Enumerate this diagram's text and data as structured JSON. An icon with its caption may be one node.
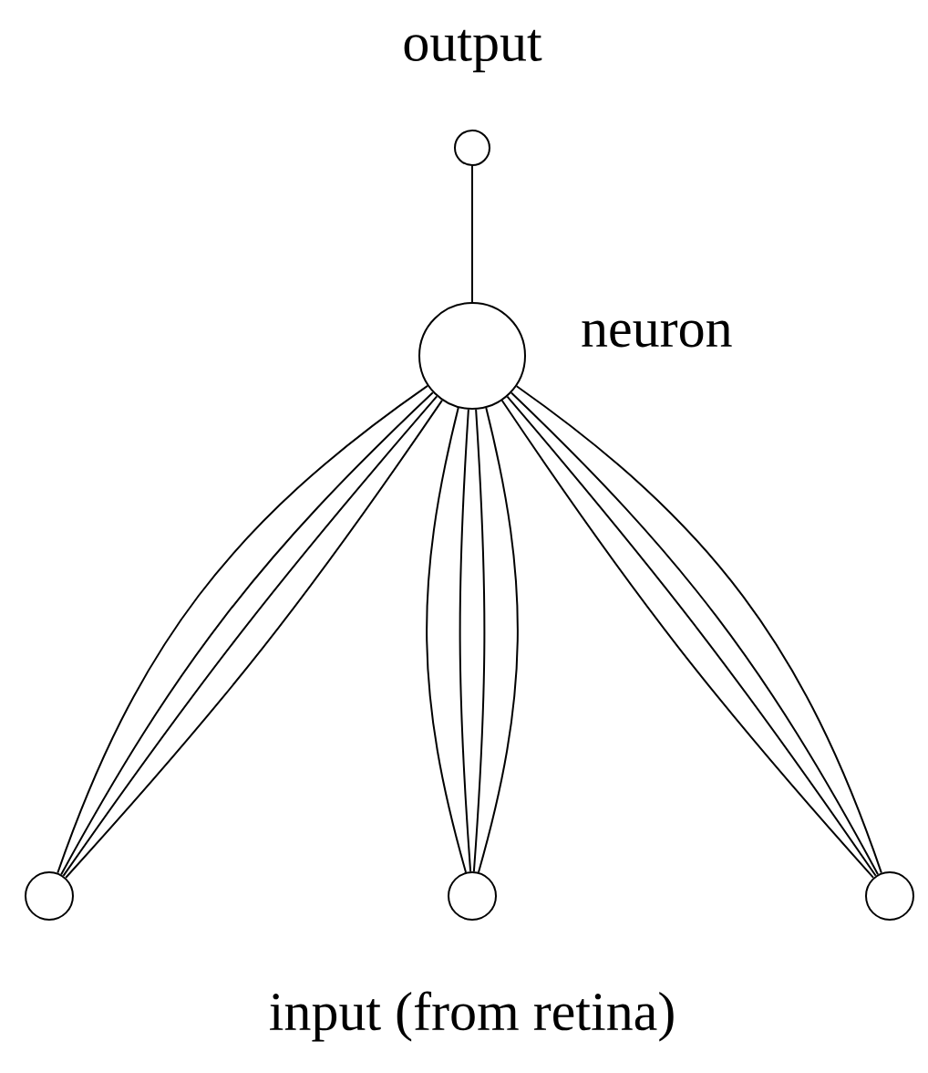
{
  "diagram": {
    "nodes": [
      {
        "text": [],
        "shape": "circle",
        "beside": [
          "output"
        ]
      },
      {
        "text": [],
        "shape": "circle",
        "beside": [
          "neuron"
        ]
      },
      {
        "text": [],
        "shape": "circle"
      },
      {
        "text": [],
        "shape": "circle"
      },
      {
        "text": [],
        "shape": "circle"
      }
    ],
    "edges": [
      {
        "from": 0,
        "to": 1,
        "arrow": "none"
      },
      {
        "from": 1,
        "to": 2,
        "arrow": "none"
      },
      {
        "from": 1,
        "to": 2,
        "arrow": "none"
      },
      {
        "from": 1,
        "to": 2,
        "arrow": "none"
      },
      {
        "from": 1,
        "to": 2,
        "arrow": "none"
      },
      {
        "from": 1,
        "to": 3,
        "arrow": "none"
      },
      {
        "from": 1,
        "to": 3,
        "arrow": "none"
      },
      {
        "from": 1,
        "to": 3,
        "arrow": "none"
      },
      {
        "from": 1,
        "to": 3,
        "arrow": "none"
      },
      {
        "from": 1,
        "to": 4,
        "arrow": "none"
      },
      {
        "from": 1,
        "to": 4,
        "arrow": "none"
      },
      {
        "from": 1,
        "to": 4,
        "arrow": "none"
      },
      {
        "from": 1,
        "to": 4,
        "arrow": "none"
      }
    ],
    "labels": [
      "input (from retina)"
    ]
  }
}
